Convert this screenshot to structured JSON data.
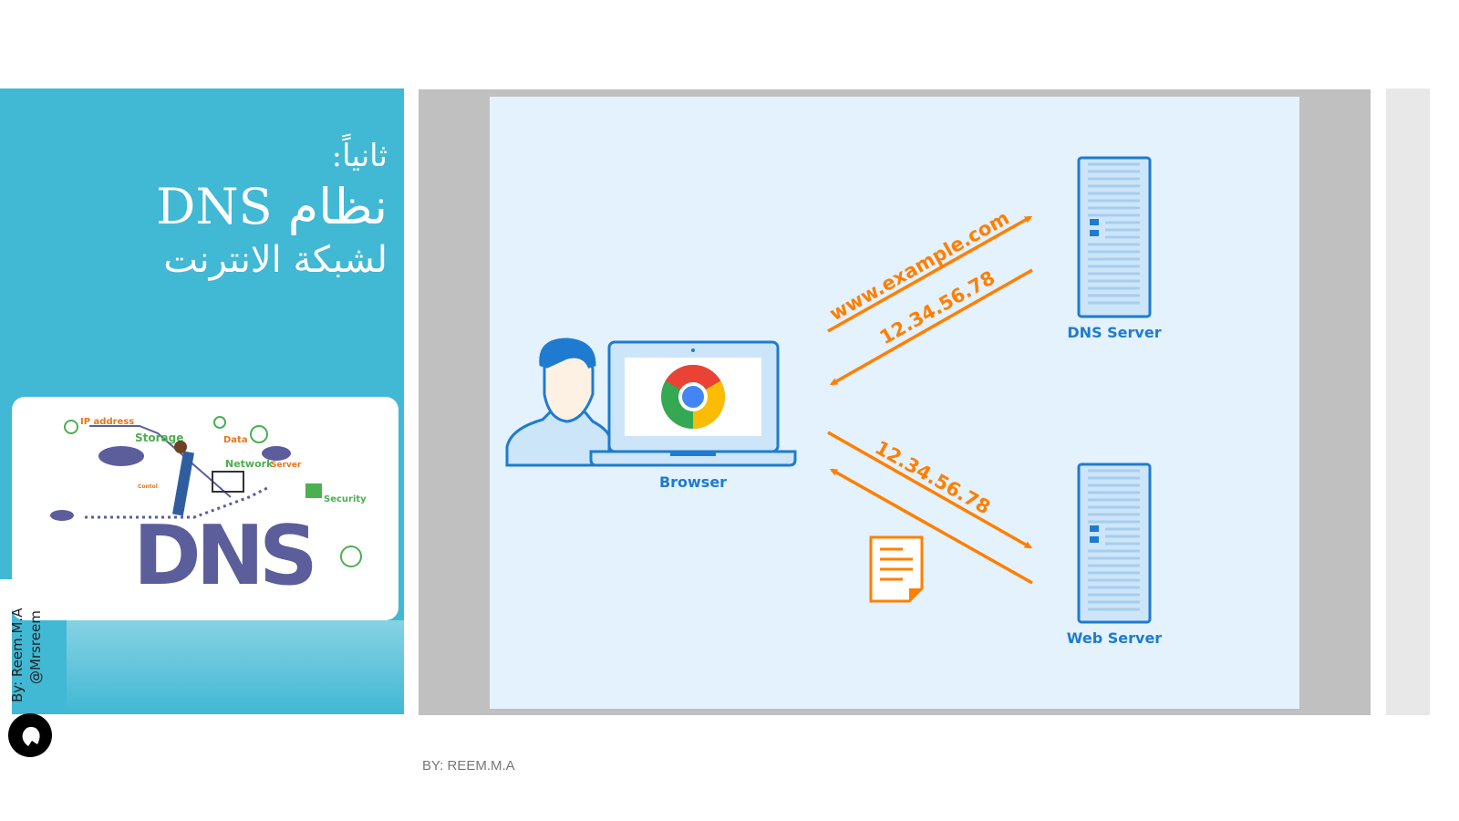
{
  "slide": {
    "title_lines": [
      "ثانياً:",
      "نظام DNS",
      "لشبكة الانترنت"
    ],
    "credit_lines": [
      "By: Reem.M.A",
      "@Mrsreem"
    ],
    "footer": "BY: REEM.M.A"
  },
  "illustration": {
    "labels": [
      "IP address",
      "Storage",
      "Data",
      "Network",
      "Server",
      "Contol",
      "Security",
      "DNS"
    ]
  },
  "diagram": {
    "browser_label": "Browser",
    "dns_server_label": "DNS Server",
    "web_server_label": "Web Server",
    "query_label": "www.example.com",
    "dns_reply_label": "12.34.56.78",
    "web_request_label": "12.34.56.78",
    "colors": {
      "accent": "#ff7f00",
      "blue": "#1e7bd0",
      "panel": "#e3f2fd"
    }
  }
}
